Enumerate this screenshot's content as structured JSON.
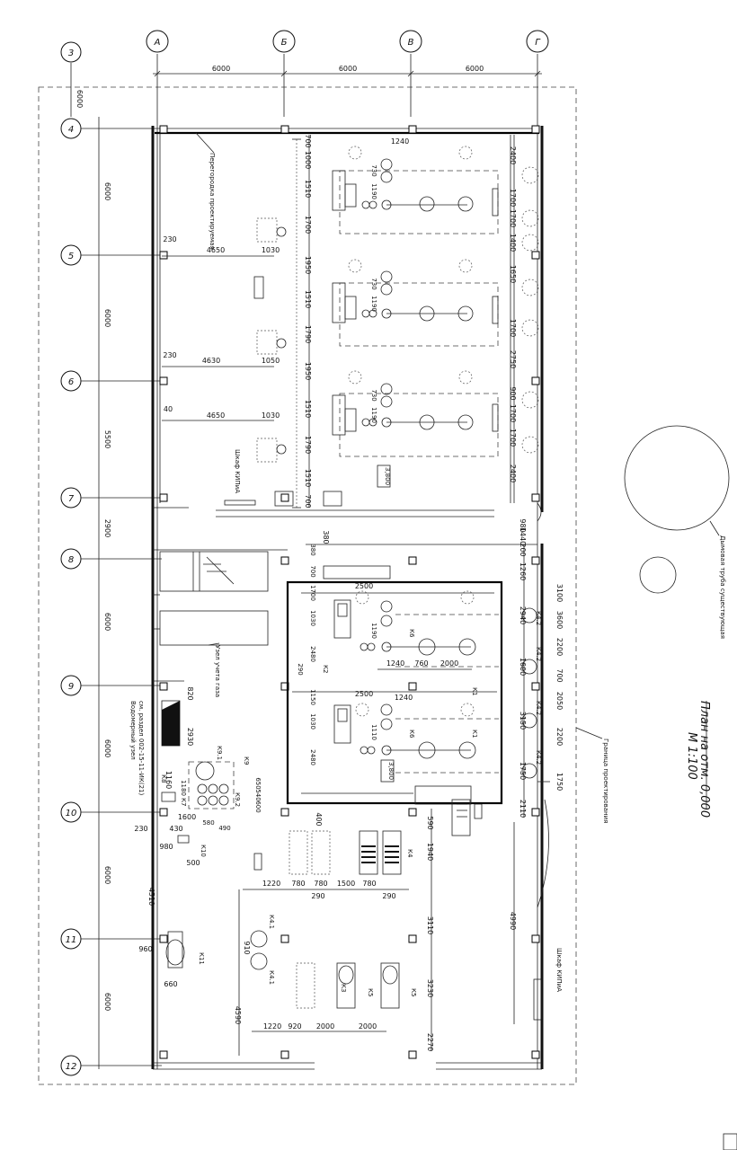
{
  "axes_top": [
    "А",
    "Б",
    "В",
    "Г"
  ],
  "axes_left": [
    "4",
    "5",
    "6",
    "7",
    "8",
    "9",
    "10",
    "11",
    "12"
  ],
  "axis_3": "3",
  "top_dims": [
    "6000",
    "6000",
    "6000"
  ],
  "dim_3_4": "6000",
  "left_dims": [
    "6000",
    "6000",
    "5500",
    "2900",
    "6000",
    "6000",
    "6000",
    "6000"
  ],
  "upper_hall_dims": {
    "d1240": "1240",
    "d4650a": "4650",
    "d230a": "230",
    "d1030a": "1030",
    "d4630": "4630",
    "d230b": "230",
    "d1050": "1050",
    "d4650b": "4650",
    "d40": "40",
    "d1030b": "1030",
    "right_col": [
      "2400",
      "1700",
      "1700",
      "1400",
      "1650",
      "1700",
      "2750",
      "900",
      "1700",
      "1700",
      "2400"
    ],
    "left_col": [
      "700",
      "1000",
      "1510",
      "1700",
      "1950",
      "1510",
      "1790",
      "1950",
      "1510",
      "1790",
      "1510",
      "700"
    ],
    "small": [
      "730",
      "1190",
      "730",
      "1190",
      "730",
      "1190"
    ]
  },
  "lower_hall_dims": {
    "d2500a": "2500",
    "d2500b": "2500",
    "d1240a": "1240",
    "d760": "760",
    "d2000": "2000",
    "d1240b": "1240",
    "d980": "980",
    "d1600": "1600",
    "d430": "430",
    "d230": "230",
    "d4510": "4510",
    "d960": "960",
    "d660": "660",
    "d500": "500",
    "d820": "820",
    "d2930": "2930",
    "d1160": "1160",
    "d3600": "3600",
    "d3110": "3110",
    "d3230": "3230",
    "d4590": "4590",
    "d2270": "2270",
    "d4990": "4990",
    "d1940": "1940",
    "d590": "590",
    "d400": "400",
    "d1220a": "1220",
    "d780a": "780",
    "d780b": "780",
    "d1500": "1500",
    "d780c": "780",
    "d290a": "290",
    "d290b": "290",
    "d1220b": "1220",
    "d920": "920",
    "d2000a": "2000",
    "d2000b": "2000",
    "d910": "910",
    "right_col": [
      "3100",
      "2940",
      "2200",
      "1600",
      "700",
      "2050",
      "3150",
      "2200",
      "1750",
      "1750",
      "2110",
      "980",
      "1440",
      "380",
      "1260",
      "200"
    ],
    "misc": [
      "650",
      "540",
      "600",
      "490",
      "580",
      "1180",
      "1150",
      "1030",
      "2480",
      "1030",
      "2480",
      "290",
      "1110",
      "1190",
      "700",
      "1700",
      "380"
    ]
  },
  "labels": {
    "peregorodka": "Перегородка проектируемая",
    "shkaf_upper": "Шкаф КИПиА",
    "shkaf_lower": "Шкаф КИПиА",
    "uzel_ucheta": "Узел учета газа",
    "vodomerny": "Водомерный узел",
    "vodomerny_ref": "см. раздел 002-15-11-ИК(21)",
    "granitsa": "Граница проектирования",
    "dymovaya": "Дымовая труба существующая",
    "k1": "К1",
    "k2": "К2",
    "k3": "К3",
    "k4": "К4",
    "k5": "К5",
    "k6": "К6",
    "k7": "К7",
    "k8": "К8",
    "k9": "К9",
    "k10": "К10",
    "k11": "К11",
    "k91": "К9.1",
    "k92": "К9.2",
    "k41": "К4.1",
    "k42": "К4.2",
    "elev_a": "3,800",
    "elev_b": "3,800"
  },
  "title": {
    "line1": "План на отм. 0,000",
    "line2": "М 1:100"
  }
}
